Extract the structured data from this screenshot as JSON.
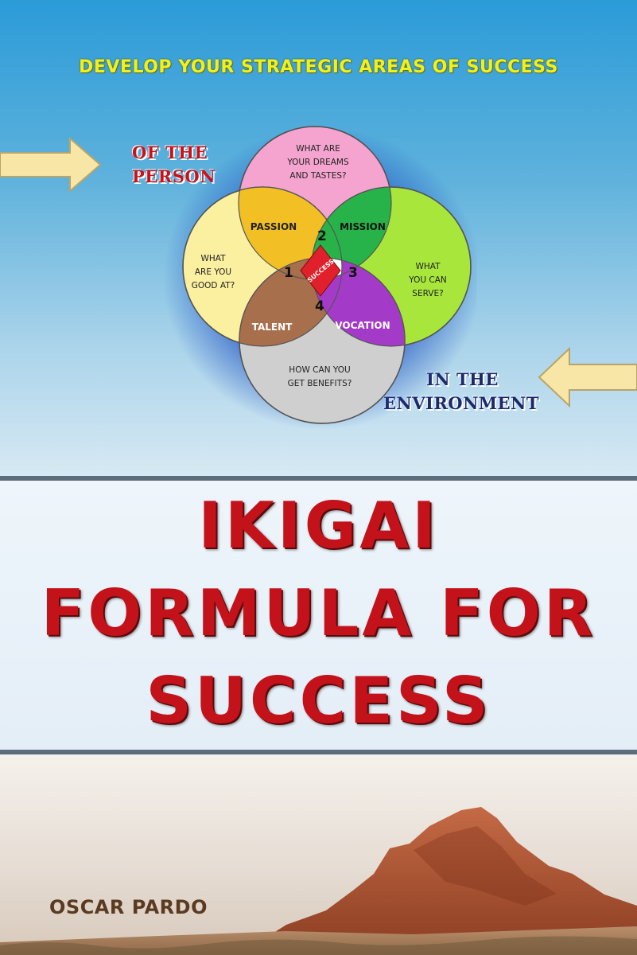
{
  "cover": {
    "headline": "DEVELOP YOUR STRATEGIC AREAS OF SUCCESS",
    "label_person": [
      "OF THE",
      "PERSON"
    ],
    "label_environment": [
      "IN THE",
      "ENVIRONMENT"
    ],
    "title_lines": [
      "IKIGAI",
      "FORMULA FOR",
      "SUCCESS"
    ],
    "author": "OSCAR PARDO"
  },
  "diagram": {
    "circles": {
      "top": {
        "lines": [
          "WHAT ARE",
          "YOUR DREAMS",
          "AND TASTES?"
        ],
        "color": "#f4a4cf"
      },
      "left": {
        "lines": [
          "WHAT",
          "ARE YOU",
          "GOOD AT?"
        ],
        "color": "#fbefa0"
      },
      "right": {
        "lines": [
          "WHAT",
          "YOU CAN",
          "SERVE?"
        ],
        "color": "#a8e63c"
      },
      "bottom": {
        "lines": [
          "HOW CAN YOU",
          "GET BENEFITS?"
        ],
        "color": "#cfcfcf"
      }
    },
    "overlaps": {
      "passion": {
        "label": "PASSION",
        "color": "#f2bf24"
      },
      "mission": {
        "label": "MISSION",
        "color": "#27b34a"
      },
      "talent": {
        "label": "TALENT",
        "color": "#a86f4c"
      },
      "vocation": {
        "label": "VOCATION",
        "color": "#a43bc8"
      }
    },
    "numbers": [
      "1",
      "2",
      "3",
      "4"
    ],
    "center": {
      "label": "SUCCESS",
      "color": "#e0202a"
    }
  },
  "colors": {
    "headline": "#f3f019",
    "title": "#c4121b",
    "arrow_fill": "#f7e6a6"
  }
}
